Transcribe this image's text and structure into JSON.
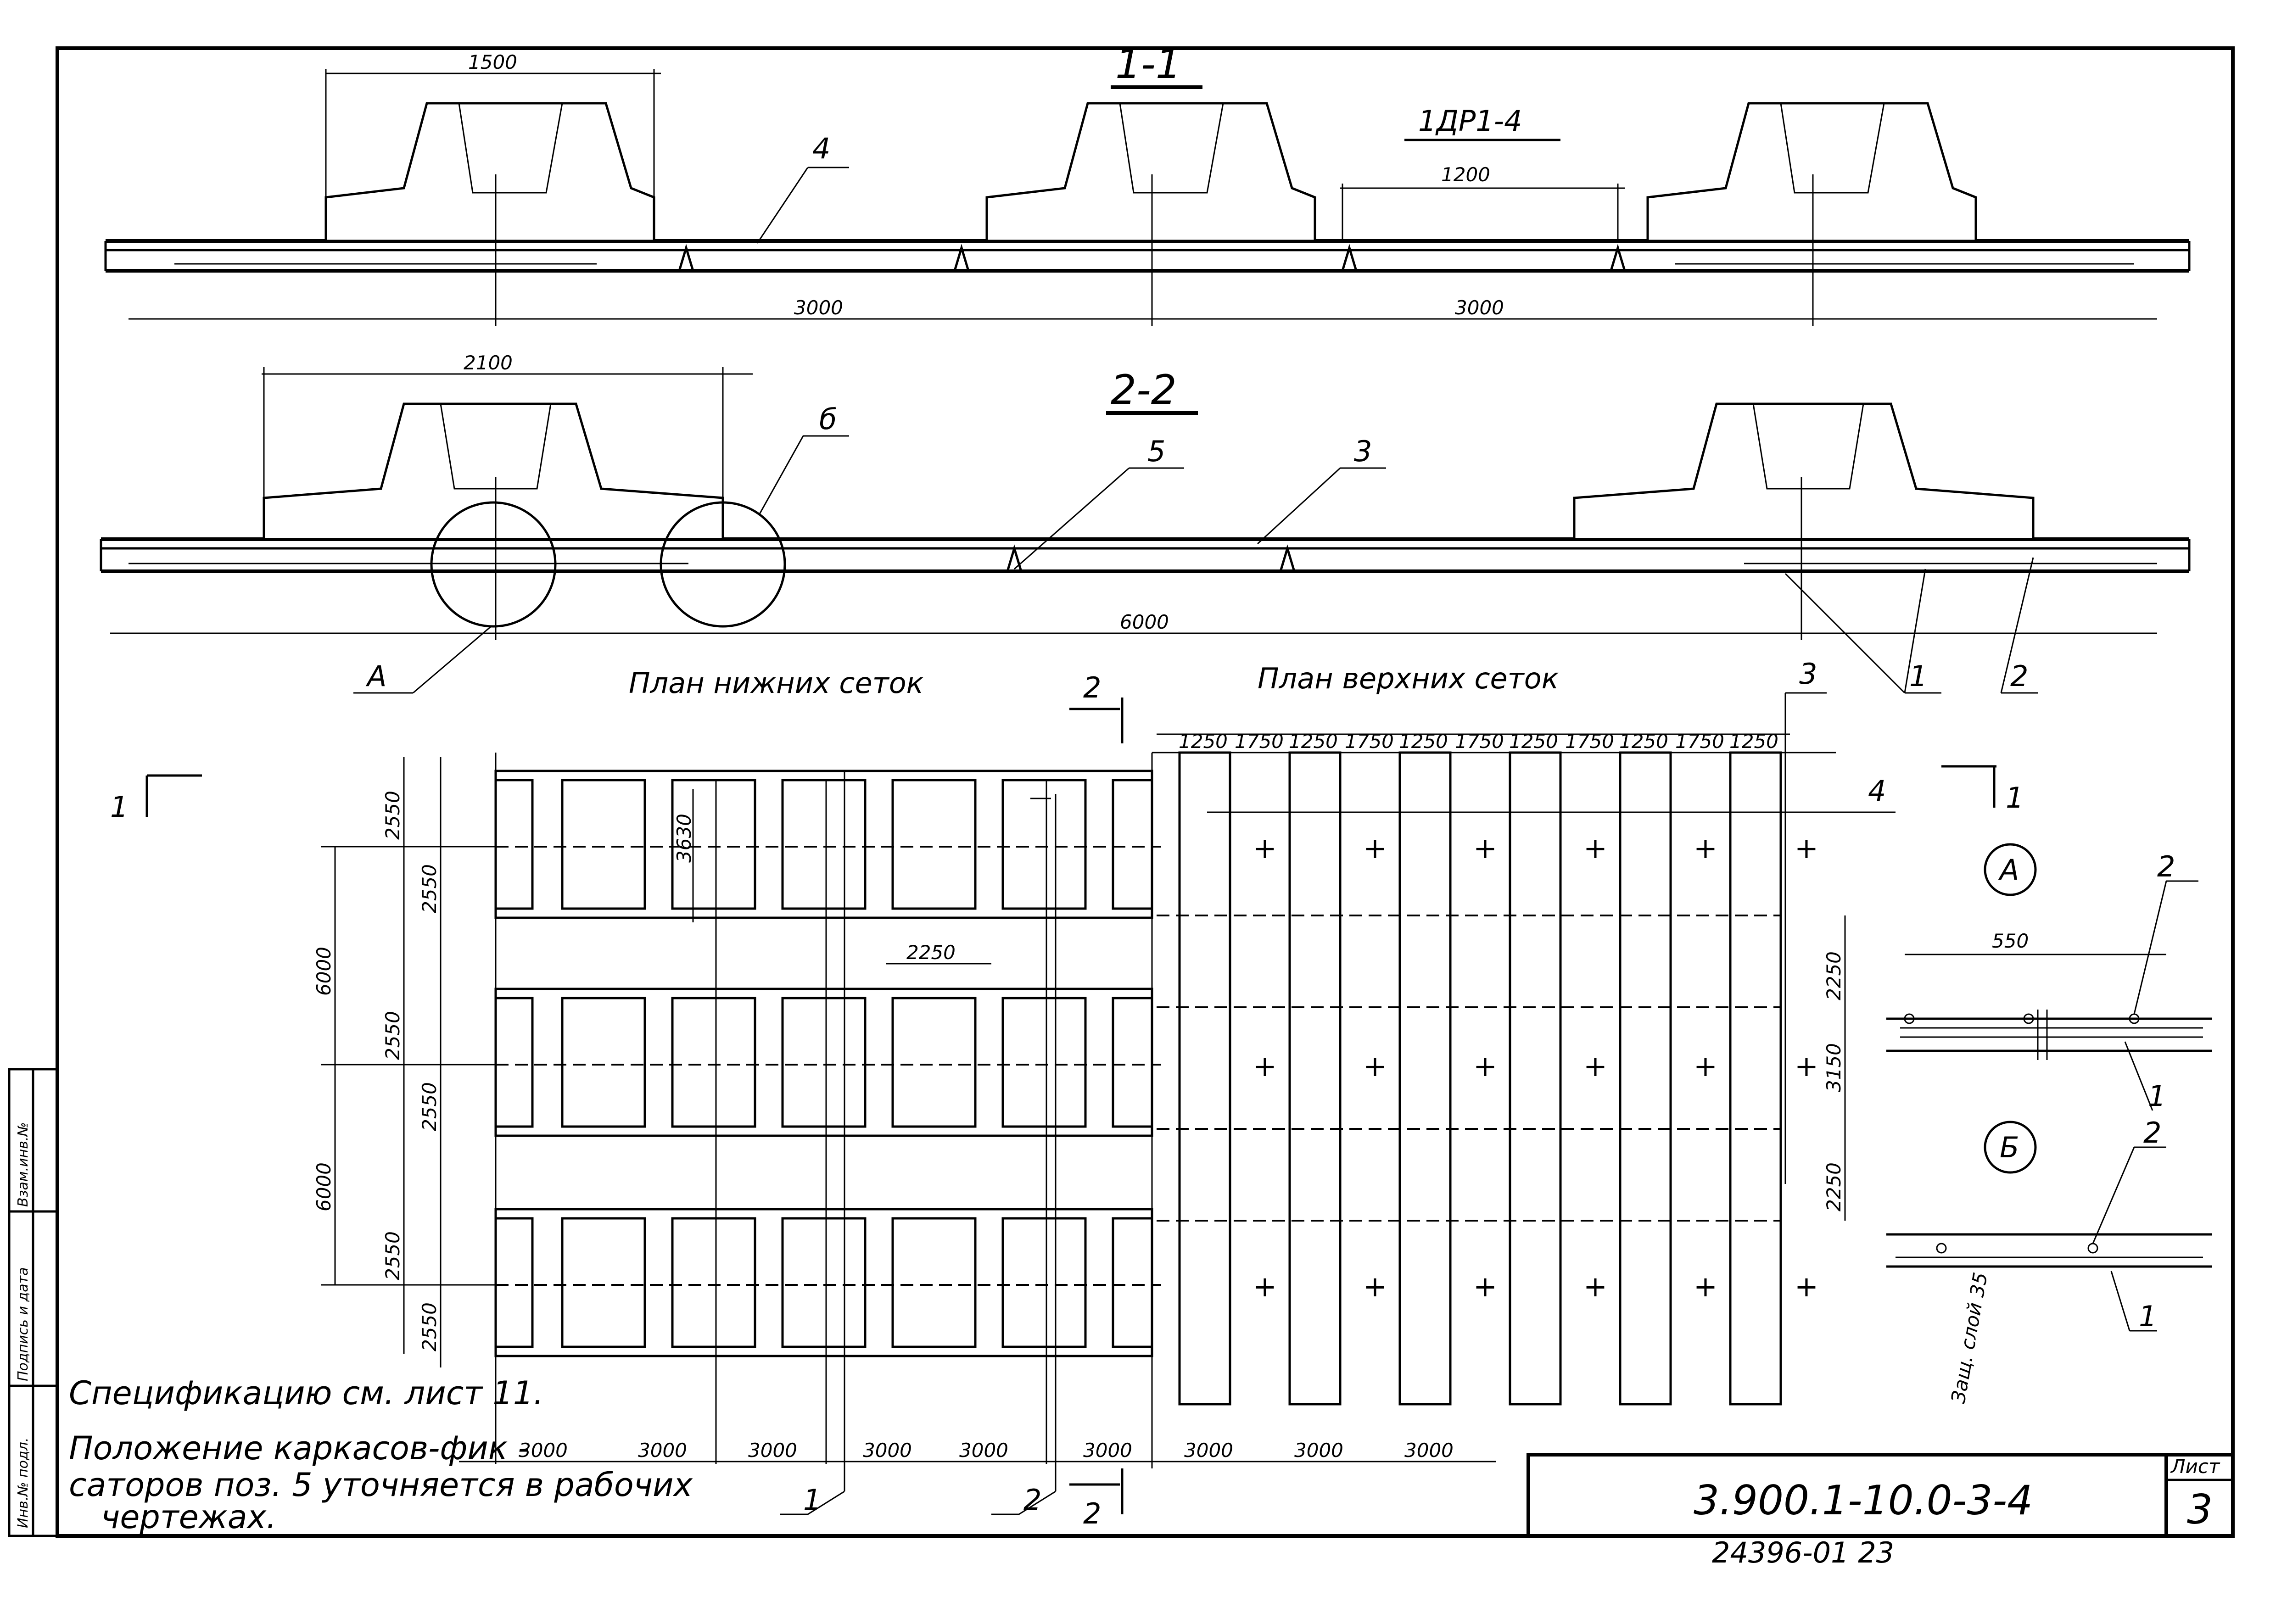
{
  "sections": {
    "s11": {
      "title": "1-1",
      "dim_width": "1500",
      "spans": [
        "3000",
        "3000"
      ],
      "callout": "4",
      "label": "1ДР1-4",
      "dim_mesh": "1200"
    },
    "s22": {
      "title": "2-2",
      "dim_width": "2100",
      "span": "6000",
      "callouts": [
        "б",
        "5",
        "3",
        "А",
        "3",
        "1",
        "2"
      ]
    }
  },
  "plan_bottom": {
    "title": "План нижних сеток",
    "cut_label": "2",
    "cut_label_bottom": "2",
    "col_dims": [
      "3000",
      "3000",
      "3000",
      "3000",
      "3000",
      "3000"
    ],
    "dim_2250": "2250",
    "dim_3630": "3630",
    "row_dims": [
      "2550",
      "2550",
      "2550",
      "2550",
      "2550",
      "2550"
    ],
    "height_dims": [
      "6000",
      "6000"
    ],
    "callout_1": "1",
    "callout_2": "2",
    "cut_left": "1"
  },
  "plan_top": {
    "title": "План верхних сеток",
    "strip_dims": [
      "1250",
      "1750",
      "1250",
      "1750",
      "1250",
      "1750",
      "1250",
      "1750",
      "1250",
      "1750",
      "1250"
    ],
    "col_dims": [
      "3000",
      "3000",
      "3000"
    ],
    "callout_4": "4",
    "callout_3": "3",
    "cut_right": "1",
    "right_dims": [
      "2250",
      "3150",
      "2250"
    ]
  },
  "details": {
    "A": {
      "name": "А",
      "dim": "550",
      "callouts": [
        "2",
        "1"
      ]
    },
    "B": {
      "name": "Б",
      "callouts": [
        "2",
        "1"
      ],
      "cover": "Защ. слой 35"
    }
  },
  "notes": [
    "Спецификацию см. лист 11.",
    "Положение каркасов-фик -",
    "саторов поз. 5 уточняется в рабочих",
    "чертежах."
  ],
  "title_block": {
    "code": "3.900.1-10.0-3-4",
    "sheet_label": "Лист",
    "sheet_no": "3"
  },
  "archive_no": "24396-01  23",
  "side_stamp": [
    "Инв.№ подл.",
    "Подпись и дата",
    "Взам.инв.№"
  ]
}
